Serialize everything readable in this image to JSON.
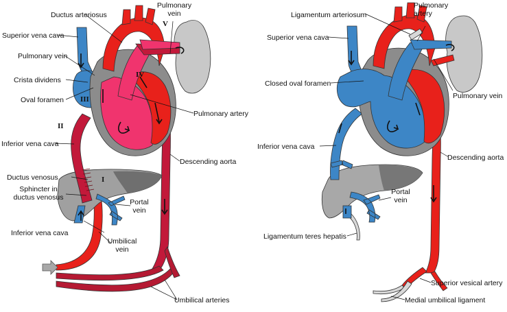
{
  "colors": {
    "oxygenated": "#e8211b",
    "deoxygenated": "#3d86c6",
    "mixed": "#c2193a",
    "pink_ventricle": "#f0346e",
    "liver": "#9a9a9a",
    "lung": "#c8c8c8",
    "ligament": "#d8d8d8"
  },
  "fetal": {
    "labels": {
      "ductus_arteriosus": "Ductus arteriosus",
      "pulmonary_vein_top": "Pulmonary\nvein",
      "superior_vena_cava": "Superior vena cava",
      "pulmonary_vein": "Pulmonary vein",
      "crista_dividens": "Crista dividens",
      "oval_foramen": "Oval foramen",
      "pulmonary_artery": "Pulmonary artery",
      "inferior_vena_cava_top": "Inferior vena cava",
      "descending_aorta": "Descending aorta",
      "ductus_venosus": "Ductus venosus",
      "sphincter": "Sphincter in\nductus venosus",
      "portal_vein": "Portal\nvein",
      "inferior_vena_cava_bottom": "Inferior vena cava",
      "umbilical_vein": "Umbilical\nvein",
      "umbilical_arteries": "Umbilical arteries"
    },
    "numerals": {
      "i": "I",
      "ii": "II",
      "iii": "III",
      "iv": "IV",
      "v": "V"
    }
  },
  "neonatal": {
    "labels": {
      "ligamentum_arteriosum": "Ligamentum arteriosum",
      "pulmonary_artery": "Pulmonary\nartery",
      "superior_vena_cava": "Superior vena cava",
      "closed_oval_foramen": "Closed oval foramen",
      "pulmonary_vein": "Pulmonary vein",
      "inferior_vena_cava": "Inferior vena cava",
      "descending_aorta": "Descending aorta",
      "portal_vein": "Portal\nvein",
      "ligamentum_teres": "Ligamentum teres hepatis",
      "superior_vesical_artery": "Superior vesical artery",
      "medial_umbilical_ligament": "Medial umbilical ligament"
    }
  }
}
